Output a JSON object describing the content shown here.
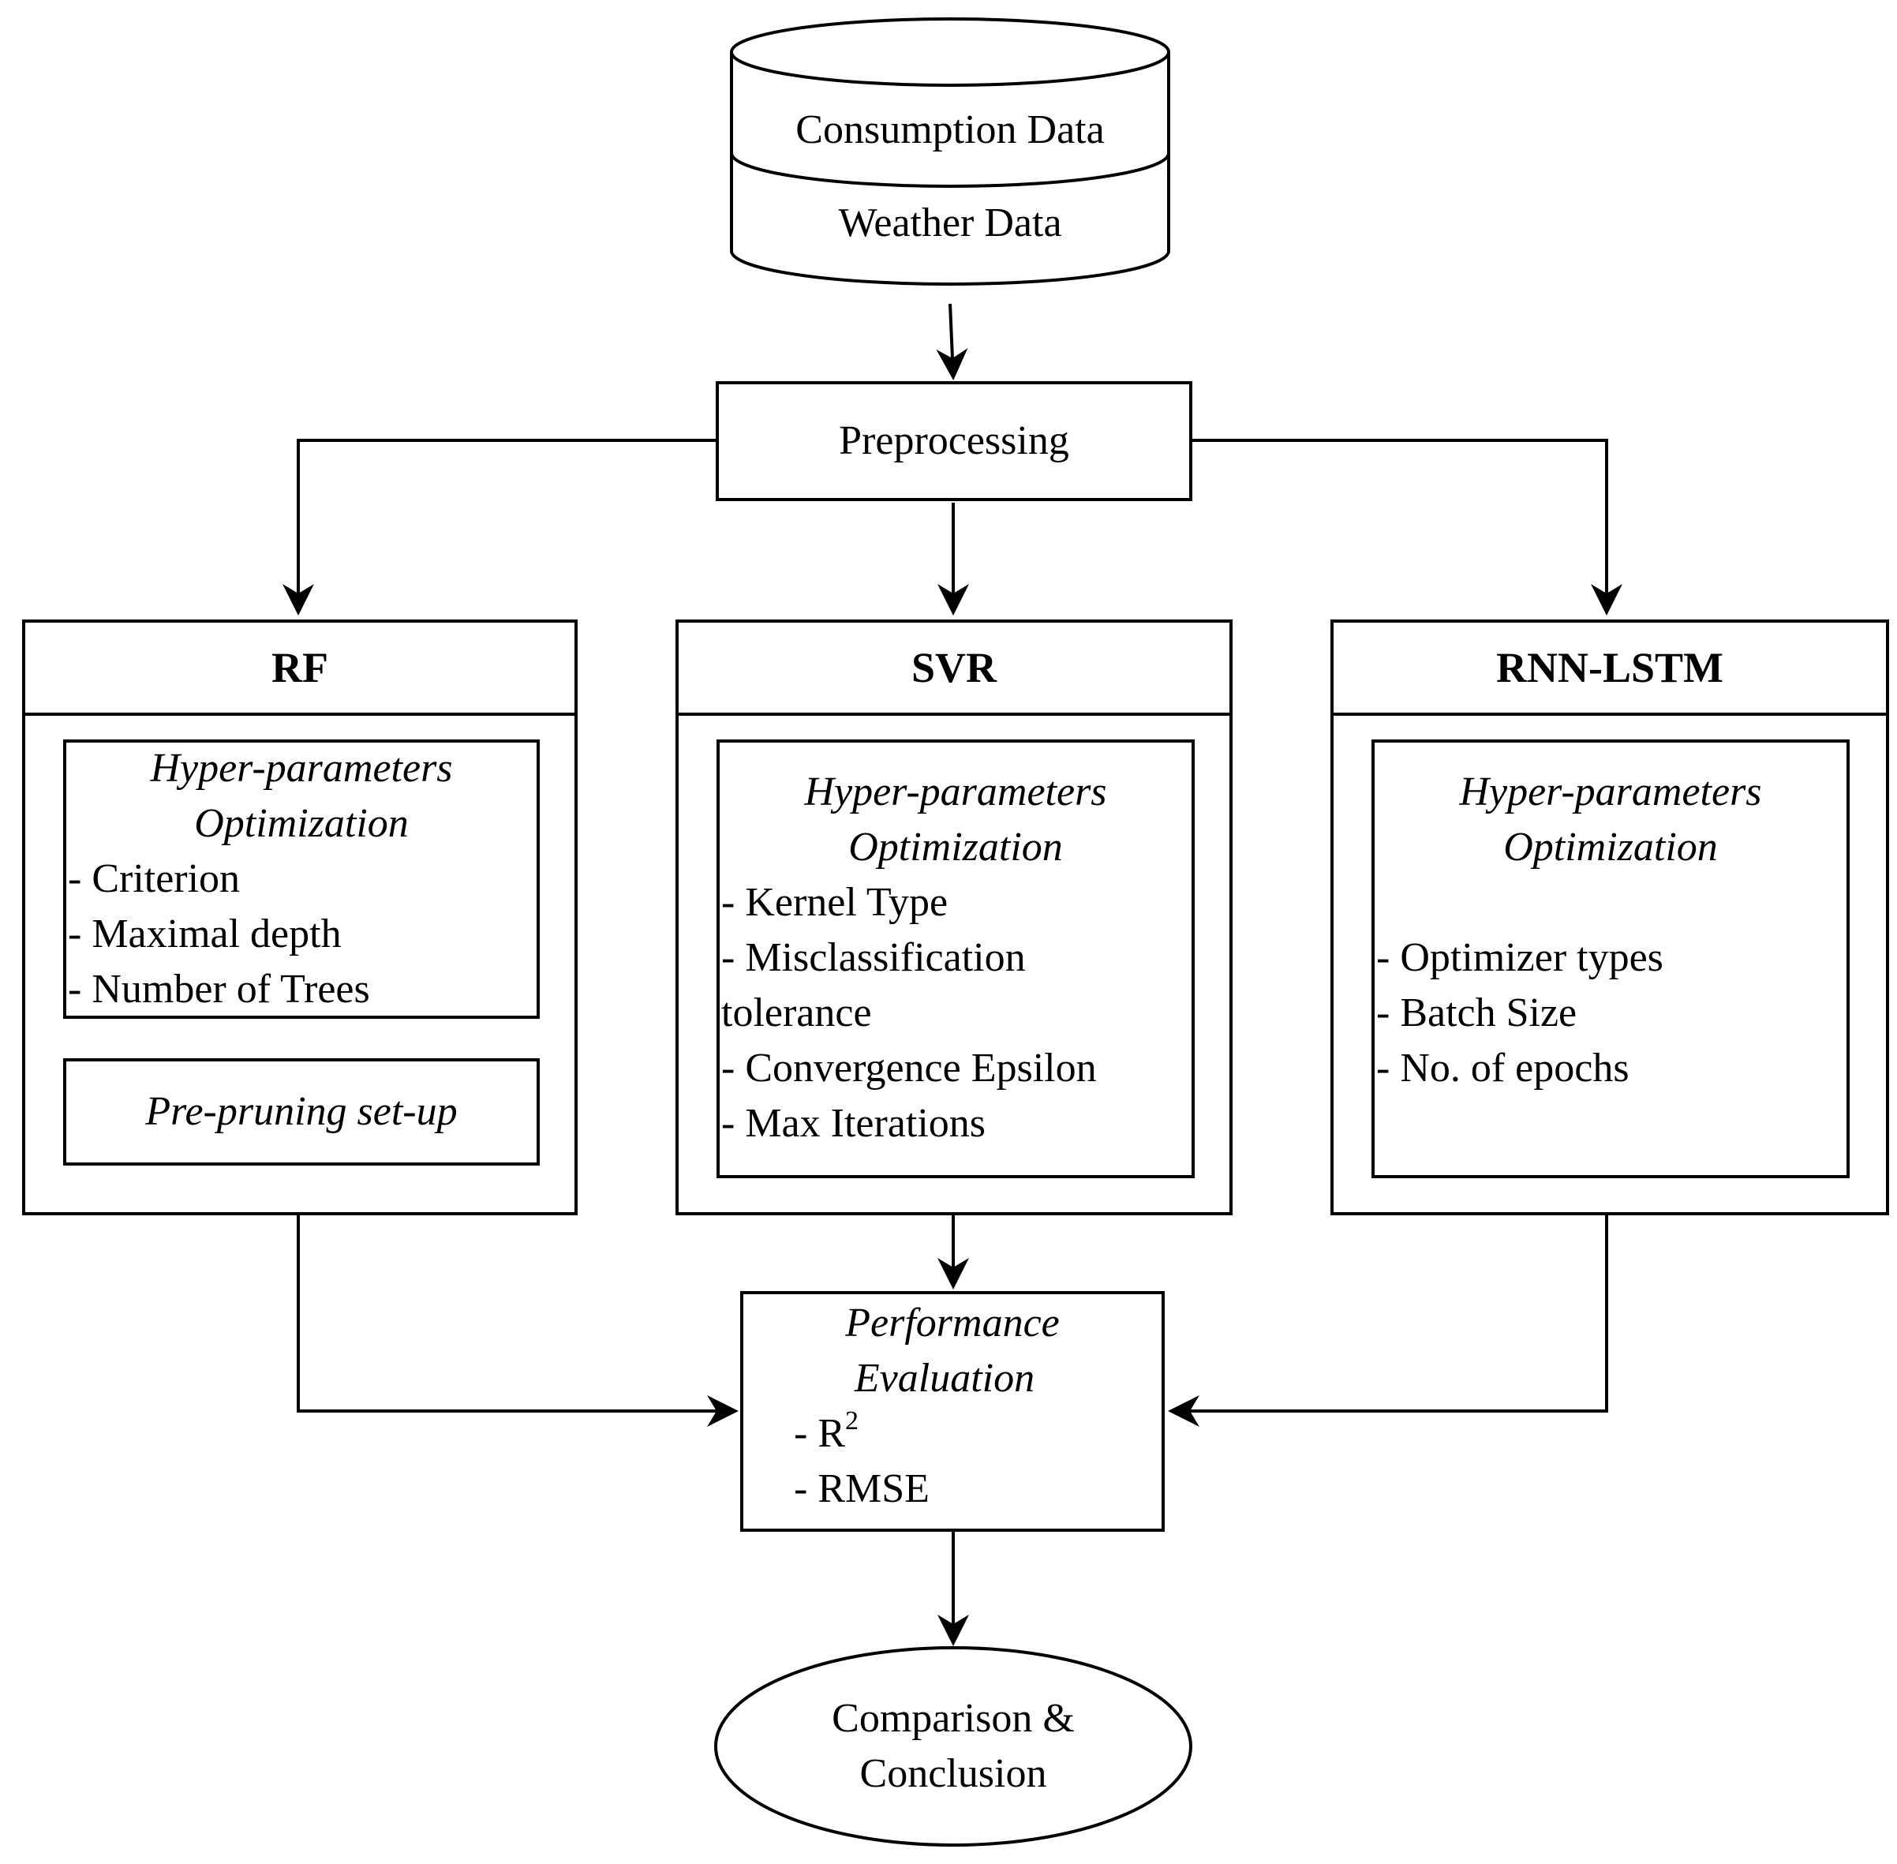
{
  "database": {
    "line1": "Consumption Data",
    "line2": "Weather Data"
  },
  "preprocessing": "Preprocessing",
  "models": {
    "rf": {
      "title": "RF",
      "hp_title_1": "Hyper-parameters",
      "hp_title_2": "Optimization",
      "params": [
        "- Criterion",
        "- Maximal depth",
        "- Number of Trees"
      ],
      "pruning": "Pre-pruning set-up"
    },
    "svr": {
      "title": "SVR",
      "hp_title_1": "Hyper-parameters",
      "hp_title_2": "Optimization",
      "params": [
        "- Kernel Type",
        "- Misclassification",
        "tolerance",
        "- Convergence Epsilon",
        "- Max Iterations"
      ]
    },
    "rnn": {
      "title": "RNN-LSTM",
      "hp_title_1": "Hyper-parameters",
      "hp_title_2": "Optimization",
      "params": [
        "- Optimizer types",
        "- Batch Size",
        "- No. of epochs"
      ]
    }
  },
  "evaluation": {
    "title_1": "Performance",
    "title_2": "Evaluation",
    "metric_r_prefix": "- R",
    "metric_r_sup": "2",
    "metric_rmse": "- RMSE"
  },
  "conclusion": {
    "line1": "Comparison &",
    "line2": "Conclusion"
  }
}
